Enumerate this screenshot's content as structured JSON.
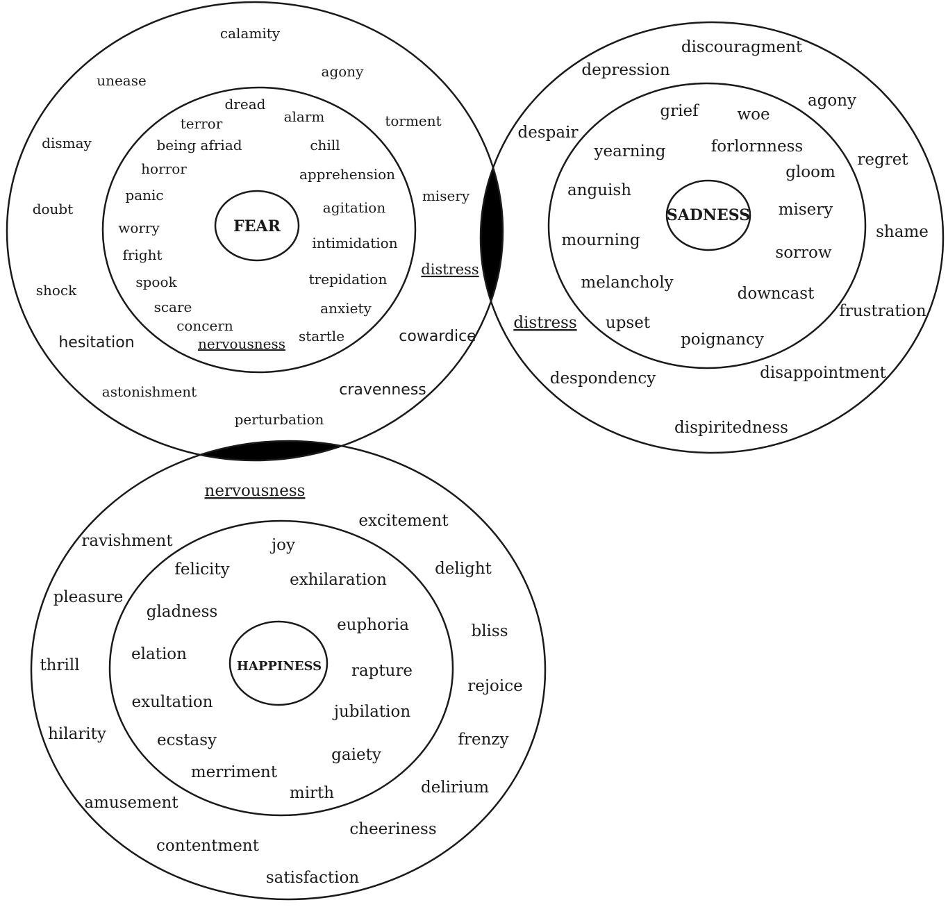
{
  "emotions": {
    "fear": {
      "label": "FEAR",
      "inner_words": [
        "dread",
        "terror",
        "alarm",
        "being afriad",
        "chill",
        "horror",
        "apprehension",
        "panic",
        "agitation",
        "worry",
        "intimidation",
        "fright",
        "trepidation",
        "spook",
        "scare",
        "anxiety",
        "concern",
        "nervousness",
        "startle"
      ],
      "outer_words": [
        "calamity",
        "unease",
        "agony",
        "torment",
        "dismay",
        "doubt",
        "misery",
        "distress",
        "shock",
        "hesitation",
        "cowardice",
        "astonishment",
        "cravenness",
        "perturbation"
      ]
    },
    "sadness": {
      "label": "SADNESS",
      "inner_words": [
        "grief",
        "woe",
        "yearning",
        "forlornness",
        "gloom",
        "anguish",
        "misery",
        "mourning",
        "sorrow",
        "melancholy",
        "downcast",
        "upset",
        "poignancy"
      ],
      "outer_words": [
        "discouragment",
        "depression",
        "agony",
        "despair",
        "regret",
        "shame",
        "frustration",
        "distress",
        "disappointment",
        "despondency",
        "dispiritedness"
      ]
    },
    "happiness": {
      "label": "HAPPINESS",
      "inner_words": [
        "joy",
        "felicity",
        "exhilaration",
        "gladness",
        "euphoria",
        "elation",
        "rapture",
        "exultation",
        "jubilation",
        "ecstasy",
        "gaiety",
        "merriment",
        "mirth"
      ],
      "outer_words": [
        "nervousness",
        "excitement",
        "ravishment",
        "delight",
        "pleasure",
        "bliss",
        "thrill",
        "rejoice",
        "hilarity",
        "frenzy",
        "delirium",
        "amusement",
        "cheeriness",
        "contentment",
        "satisfaction"
      ]
    }
  },
  "colors": {
    "stroke": "#1a1a1a",
    "overlap_fill": "#000000",
    "background": "#ffffff"
  }
}
